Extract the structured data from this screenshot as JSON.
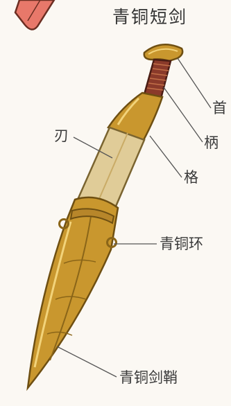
{
  "title": "青铜短剑",
  "labels": {
    "shou": "首",
    "bing": "柄",
    "ren": "刃",
    "ge": "格",
    "huan": "青铜环",
    "qiao": "青铜剑鞘"
  },
  "colors": {
    "background": "#fbf8f3",
    "bronze": "#c9972e",
    "bronze_dark": "#8a6518",
    "blade": "#e0cc98",
    "grip": "#8a3a2a",
    "corner_object": "#e8786a",
    "leader_line": "#555555"
  }
}
